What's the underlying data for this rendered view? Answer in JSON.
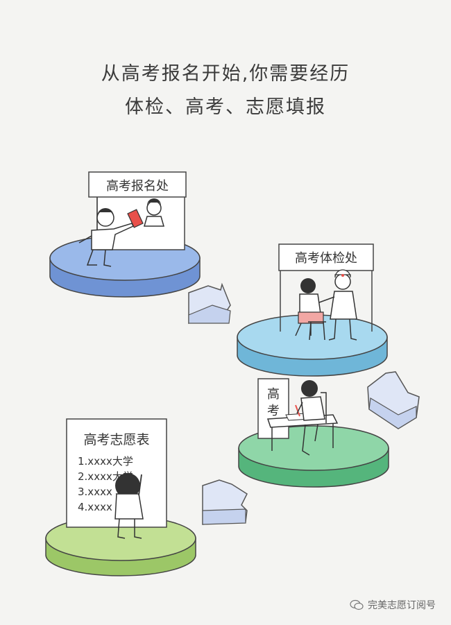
{
  "heading": {
    "line1": "从高考报名开始,你需要经历",
    "line2": "体检、高考、志愿填报"
  },
  "stations": {
    "registration": {
      "sign": "高考报名处"
    },
    "checkup": {
      "sign": "高考体检处"
    },
    "exam": {
      "sign": "高考"
    },
    "form": {
      "title": "高考志愿表",
      "items": [
        "1.xxxx大学",
        "2.xxxx大学",
        "3.xxxx",
        "4.xxxx"
      ]
    }
  },
  "watermark": {
    "text": "完美志愿订阅号",
    "icon": "wechat-icon"
  },
  "colors": {
    "platform_blue": "#8fb0e4",
    "platform_cyan": "#9cd3ea",
    "platform_green": "#7fcf9d",
    "platform_lime": "#b8db86"
  }
}
